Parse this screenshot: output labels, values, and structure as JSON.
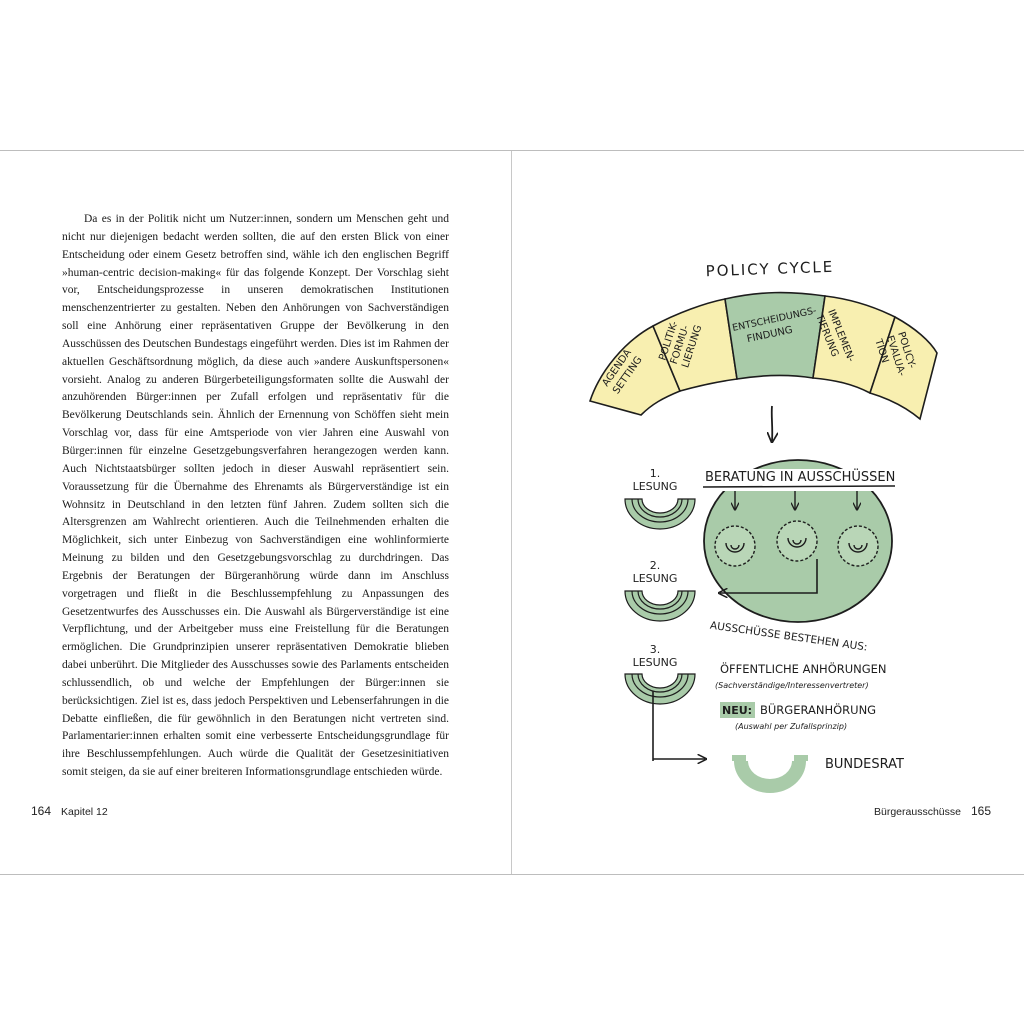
{
  "left_page": {
    "paragraph": "Da es in der Politik nicht um Nutzer:innen, sondern um Menschen geht und nicht nur diejenigen bedacht werden sollten, die auf den ersten Blick von einer Entscheidung oder einem Gesetz betroffen sind, wähle ich den englischen Begriff »human-centric decision-making« für das folgende Konzept. Der Vorschlag sieht vor, Entscheidungsprozesse in unseren demokratischen Institutionen menschenzentrierter zu gestalten. Neben den Anhörungen von Sachverständigen soll eine Anhörung einer repräsentativen Gruppe der Bevölkerung in den Ausschüssen des Deutschen Bundestags eingeführt werden. Dies ist im Rahmen der aktuellen Geschäftsordnung möglich, da diese auch »andere Auskunftspersonen« vorsieht. Analog zu anderen Bürgerbeteiligungsformaten sollte die Auswahl der anzuhörenden Bürger:innen per Zufall erfolgen und repräsentativ für die Bevölkerung Deutschlands sein. Ähnlich der Ernennung von Schöffen sieht mein Vorschlag vor, dass für eine Amtsperiode von vier Jahren eine Auswahl von Bürger:innen für einzelne Gesetzgebungsverfahren herangezogen werden kann. Auch Nichtstaatsbürger sollten jedoch in dieser Auswahl repräsentiert sein. Voraussetzung für die Übernahme des Ehrenamts als Bürgerverständige ist ein Wohnsitz in Deutschland in den letzten fünf Jahren. Zudem sollten sich die Altersgrenzen am Wahlrecht orientieren. Auch die Teilnehmenden erhalten die Möglichkeit, sich unter Einbezug von Sachverständigen eine wohlinformierte Meinung zu bilden und den Gesetzgebungsvorschlag zu durchdringen. Das Ergebnis der Beratungen der Bürgeranhörung würde dann im Anschluss vorgetragen und fließt in die Beschlussempfehlung zu Anpassungen des Gesetzentwurfes des Ausschusses ein. Die Auswahl als Bürgerverständige ist eine Verpflichtung, und der Arbeitgeber muss eine Freistellung für die Beratungen ermöglichen. Die Grundprinzipien unserer repräsentativen Demokratie blieben dabei unberührt. Die Mitglieder des Ausschusses sowie des Parlaments entscheiden schlussendlich, ob und welche der Empfehlungen der Bürger:innen sie berücksichtigen. Ziel ist es, dass jedoch Perspektiven und Lebenserfahrungen in die Debatte einfließen, die für gewöhnlich in den Beratungen nicht vertreten sind. Parlamentarier:innen erhalten somit eine verbesserte Entscheidungsgrundlage für ihre Beschlussempfehlungen. Auch würde die Qualität der Gesetzesinitiativen somit steigen, da sie auf einer breiteren Informationsgrundlage entschieden würde.",
    "page_number": "164",
    "running_head": "Kapitel 12"
  },
  "right_page": {
    "page_number": "165",
    "running_head": "Bürgerausschüsse"
  },
  "diagram": {
    "title": "POLICY CYCLE",
    "segments": [
      [
        "AGENDA",
        "SETTING"
      ],
      [
        "POLITIK-",
        "FORMU-",
        "LIERUNG"
      ],
      [
        "ENTSCHEIDUNGS-",
        "FINDUNG"
      ],
      [
        "IMPLEMEN-",
        "TIERUNG"
      ],
      [
        "POLICY-",
        "EVALUA-",
        "TION"
      ]
    ],
    "readings": [
      {
        "num": "1.",
        "label": "LESUNG"
      },
      {
        "num": "2.",
        "label": "LESUNG"
      },
      {
        "num": "3.",
        "label": "LESUNG"
      }
    ],
    "committee_heading": "BERATUNG IN AUSSCHÜSSEN",
    "consists_of": "AUSSCHÜSSE BESTEHEN AUS:",
    "public_hearings": "ÖFFENTLICHE ANHÖRUNGEN",
    "public_hearings_note": "(Sachverständige/Interessenvertreter)",
    "new_label": "NEU:",
    "citizen_hearing": "BÜRGERANHÖRUNG",
    "citizen_hearing_note": "(Auswahl per Zufallsprinzip)",
    "bundesrat": "BUNDESRAT",
    "colors": {
      "yellow": "#f8efb0",
      "green": "#a9cba9",
      "green_light": "#b9d6b7",
      "ink": "#1d1d1d"
    }
  }
}
